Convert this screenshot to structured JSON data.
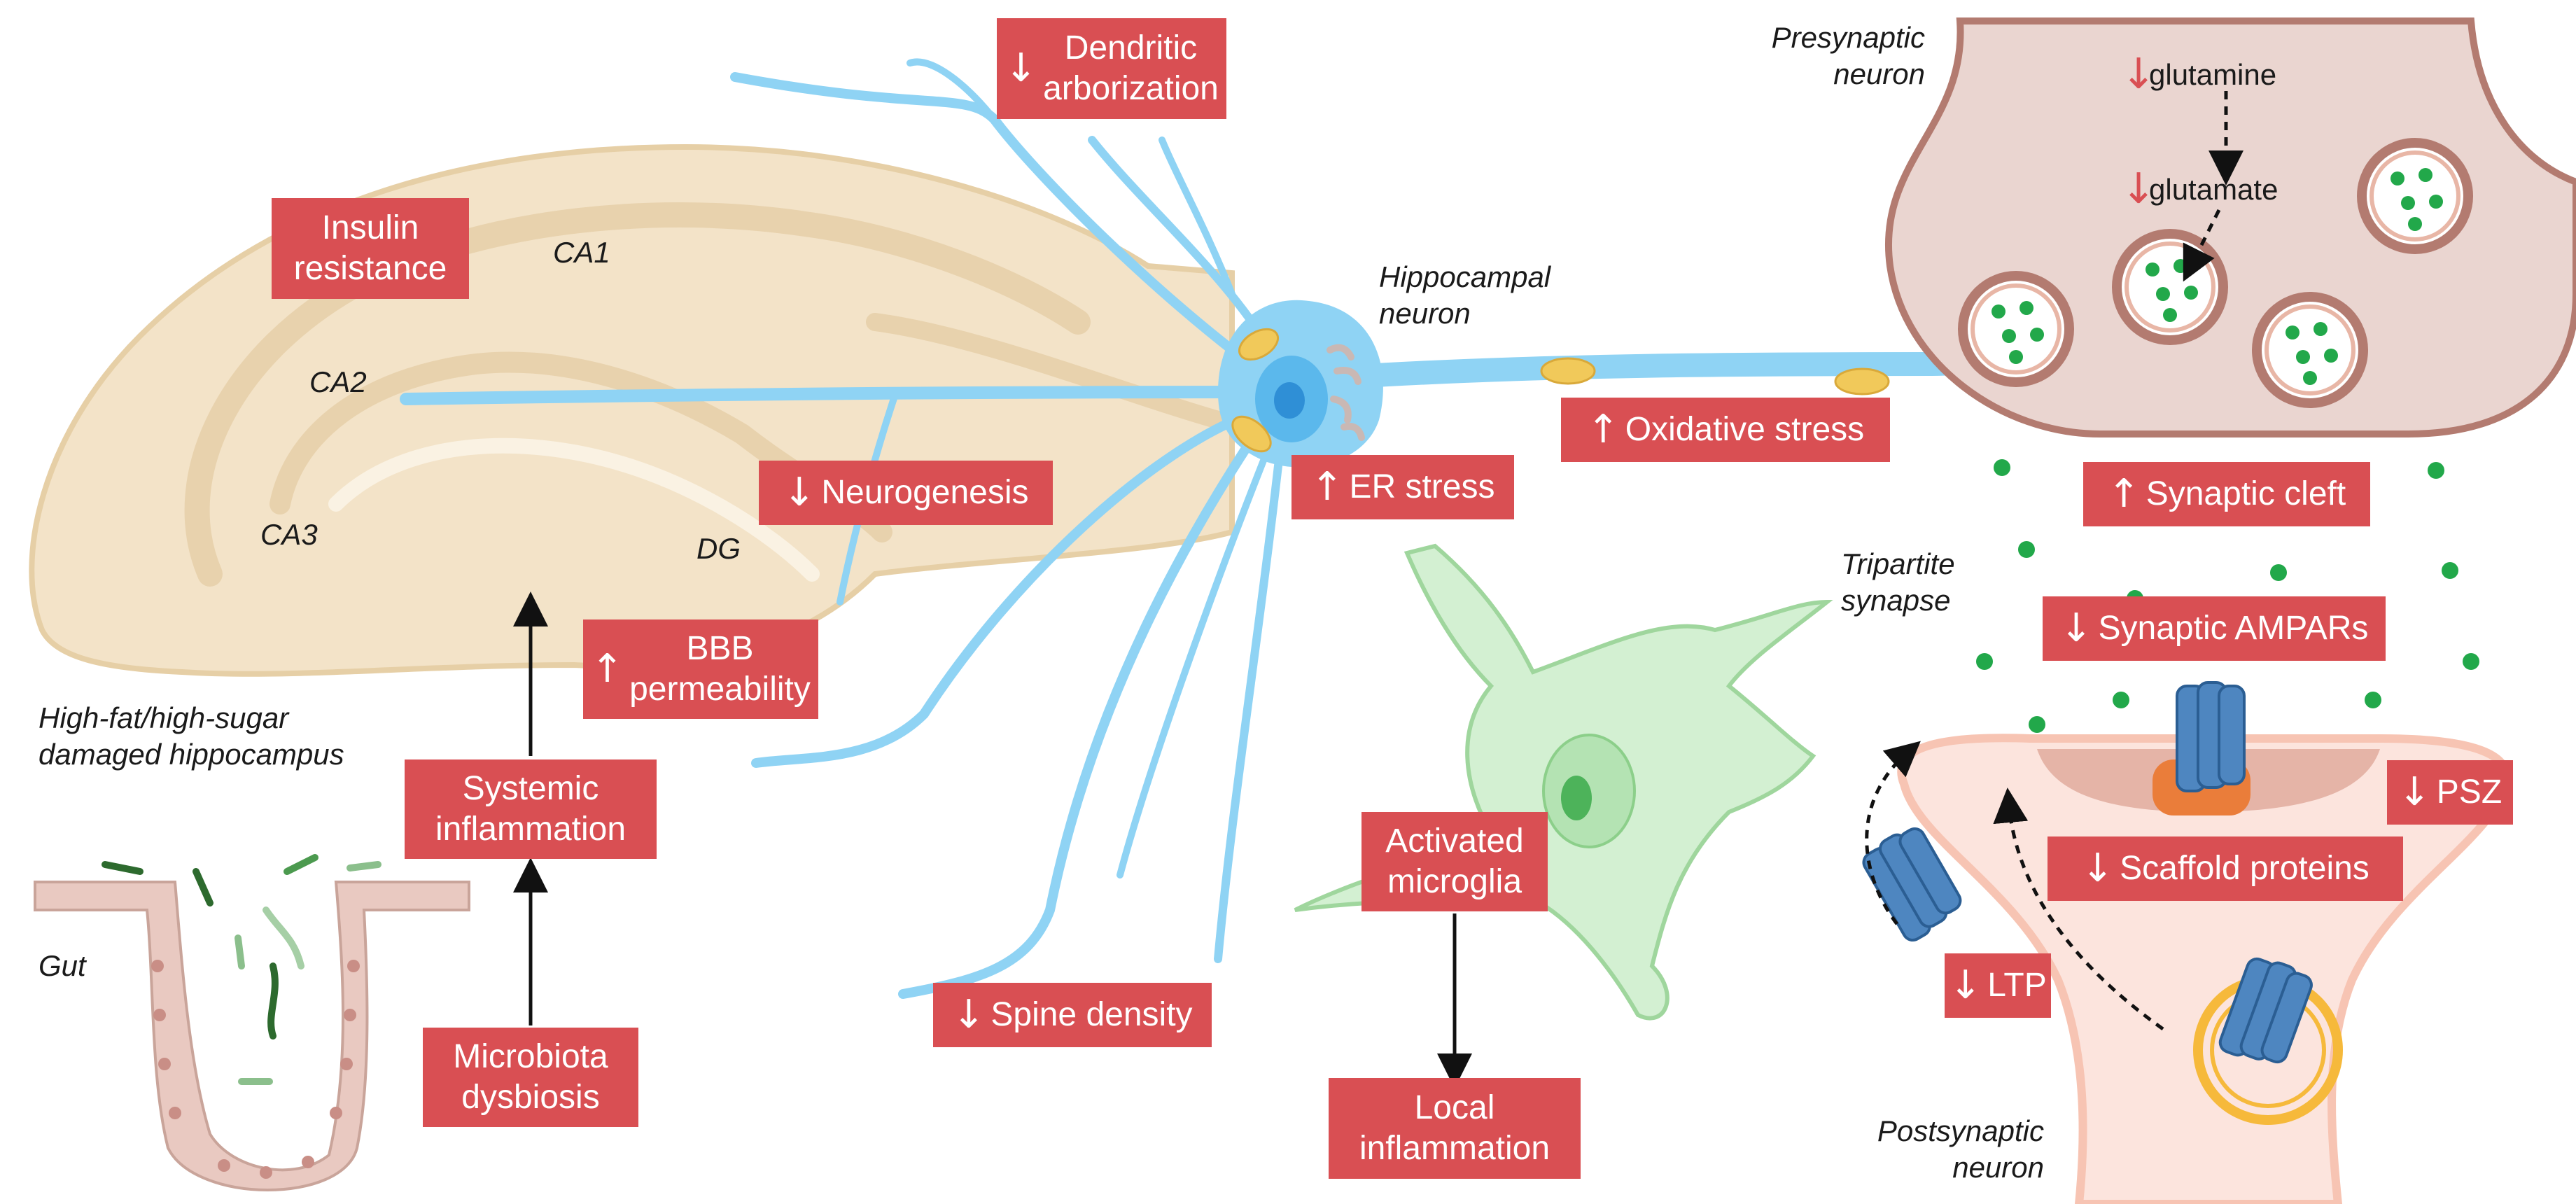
{
  "labels": {
    "presynaptic": "Presynaptic\nneuron",
    "hippocampal": "Hippocampal\nneuron",
    "tripartite": "Tripartite\nsynapse",
    "postsynaptic": "Postsynaptic\nneuron",
    "ca1": "CA1",
    "ca2": "CA2",
    "ca3": "CA3",
    "dg": "DG",
    "damaged": "High-fat/high-sugar\ndamaged hippocampus",
    "gut": "Gut",
    "glutamine": "glutamine",
    "glutamate": "glutamate"
  },
  "boxes": {
    "insulin": "Insulin\nresistance",
    "dendritic": "Dendritic\narborization",
    "neurogenesis": "Neurogenesis",
    "bbb": "BBB\npermeability",
    "systemic": "Systemic\ninflammation",
    "microbiota": "Microbiota\ndysbiosis",
    "spine": "Spine density",
    "er_stress": "ER stress",
    "oxidative": "Oxidative stress",
    "activated": "Activated\nmicroglia",
    "local": "Local\ninflammation",
    "cleft": "Synaptic cleft",
    "ampars": "Synaptic AMPARs",
    "psz": "PSZ",
    "scaffold": "Scaffold proteins",
    "ltp": "LTP"
  },
  "colors": {
    "box": "#d94f53",
    "neuron": "#8fd3f4",
    "hippocampus": "#f3e3c8",
    "microglia": "#d3f0d2",
    "presynaptic": "#ead5d0",
    "postsynaptic": "#fce4dd",
    "ampar": "#4e86c0",
    "vesicle_dot": "#22a84a"
  }
}
